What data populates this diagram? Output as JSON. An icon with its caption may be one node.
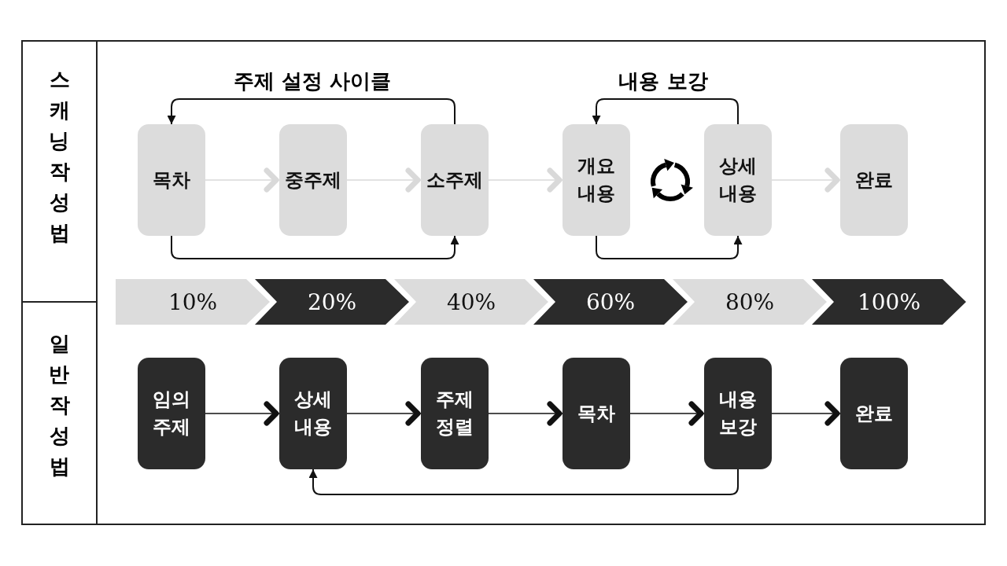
{
  "diagram": {
    "nodes": [
      {
        "text": [
          "목차"
        ]
      },
      {
        "text": [
          "중주제"
        ]
      },
      {
        "text": [
          "소주제"
        ]
      },
      {
        "text": [
          "개요 내용"
        ]
      },
      {
        "text": [
          "상세 내용"
        ]
      },
      {
        "text": [
          "완료"
        ]
      },
      {
        "text": [
          "10%"
        ]
      },
      {
        "text": [
          "20%"
        ]
      },
      {
        "text": [
          "40%"
        ]
      },
      {
        "text": [
          "60%"
        ]
      },
      {
        "text": [
          "80%"
        ]
      },
      {
        "text": [
          "100%"
        ]
      },
      {
        "text": [
          "임의 주제"
        ]
      },
      {
        "text": [
          "상세 내용"
        ]
      },
      {
        "text": [
          "주제 정렬"
        ]
      },
      {
        "text": [
          "목차"
        ]
      },
      {
        "text": [
          "내용 보강"
        ]
      },
      {
        "text": [
          "완료"
        ]
      }
    ],
    "edges": [
      {
        "from": 0,
        "to": 1,
        "arrow": "to",
        "color": "#d9d9d9"
      },
      {
        "from": 1,
        "to": 2,
        "arrow": "to",
        "color": "#d9d9d9"
      },
      {
        "from": 2,
        "to": 3,
        "arrow": "to",
        "color": "#d9d9d9"
      },
      {
        "from": 4,
        "to": 5,
        "arrow": "to",
        "color": "#d9d9d9"
      },
      {
        "from": 2,
        "to": 0,
        "arrow": "to"
      },
      {
        "from": 0,
        "to": 2,
        "arrow": "to"
      },
      {
        "from": 4,
        "to": 3,
        "arrow": "to"
      },
      {
        "from": 3,
        "to": 4,
        "arrow": "to"
      },
      {
        "from": 12,
        "to": 13,
        "arrow": "to"
      },
      {
        "from": 13,
        "to": 14,
        "arrow": "to"
      },
      {
        "from": 14,
        "to": 15,
        "arrow": "to"
      },
      {
        "from": 15,
        "to": 16,
        "arrow": "to"
      },
      {
        "from": 16,
        "to": 17,
        "arrow": "to"
      },
      {
        "from": 16,
        "to": 13,
        "arrow": "to"
      }
    ],
    "labels": [
      "스캐닝 작성법",
      "일반 작성법",
      "주제 설정 사이클",
      "내용 보강"
    ]
  }
}
